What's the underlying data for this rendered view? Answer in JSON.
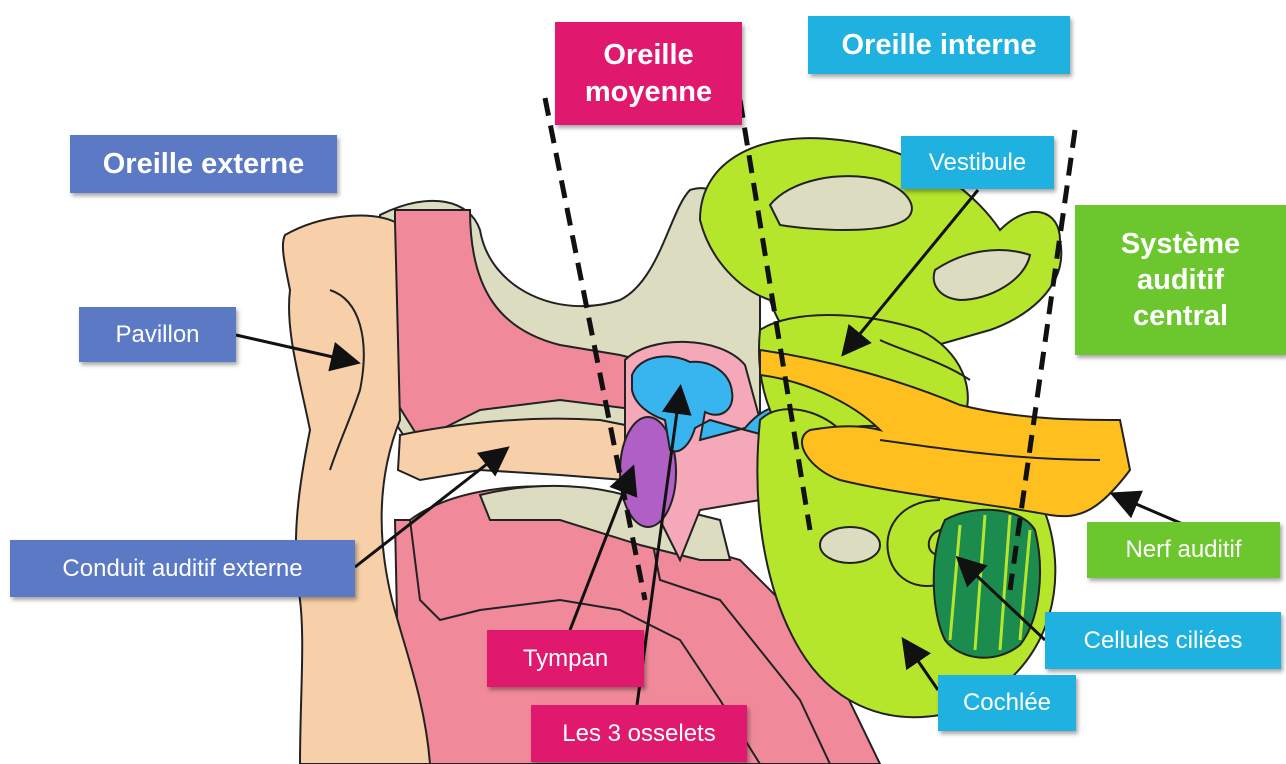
{
  "colors": {
    "outer": "#5b79c4",
    "middle": "#e0196f",
    "inner": "#1fb2e0",
    "central": "#6cc62e",
    "outline": "#222222"
  },
  "regions": {
    "outer_ear": "Oreille externe",
    "middle_ear_line1": "Oreille",
    "middle_ear_line2": "moyenne",
    "inner_ear": "Oreille interne",
    "central_line1": "Système",
    "central_line2": "auditif",
    "central_line3": "central"
  },
  "labels": {
    "pavillon": "Pavillon",
    "conduit": "Conduit auditif externe",
    "tympan": "Tympan",
    "osselets": "Les 3 osselets",
    "vestibule": "Vestibule",
    "nerf": "Nerf auditif",
    "cellules": "Cellules ciliées",
    "cochlee": "Cochlée"
  }
}
